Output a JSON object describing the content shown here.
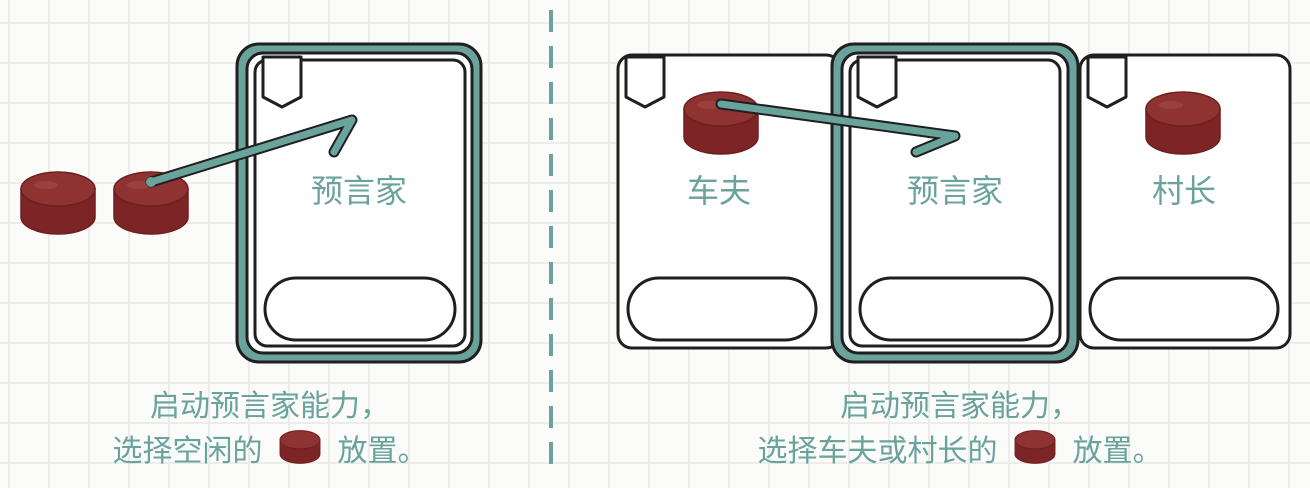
{
  "colors": {
    "accent": "#6aa39c",
    "token": "#8a2c2d",
    "outline": "#1f1f1f",
    "card": "#ffffff"
  },
  "left_panel": {
    "card_name": "预言家",
    "caption_line1": "启动预言家能力，",
    "caption_line2_pre": "选择空闲的",
    "caption_line2_post": "放置。"
  },
  "right_panel": {
    "cards": [
      {
        "name": "车夫"
      },
      {
        "name": "预言家"
      },
      {
        "name": "村长"
      }
    ],
    "caption_line1": "启动预言家能力，",
    "caption_line2_pre": "选择车夫或村长的",
    "caption_line2_post": "放置。"
  },
  "icons": {
    "token": "worker-token-icon",
    "banner": "card-banner-icon",
    "arrow": "placement-arrow-icon"
  }
}
